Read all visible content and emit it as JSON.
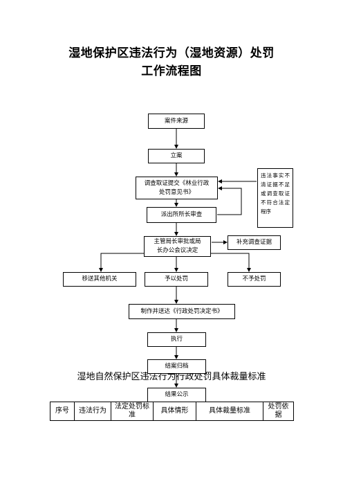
{
  "title": {
    "line1": "湿地保护区违法行为（湿地资源）处罚",
    "line2": "工作流程图"
  },
  "flowchart": {
    "source": "案件来源",
    "filing": "立案",
    "investigate_l1": "调查取证提交《林业行政",
    "investigate_l2": "处罚意见书》",
    "review": "派出所所长审查",
    "side_note": "违法事实不清证据不足或调查取证不符合法定程序",
    "decide_l1": "主管局长审批或局",
    "decide_l2": "长办公会议决定",
    "supplement": "补充调查证据",
    "transfer": "移送其他机关",
    "punish": "予以处罚",
    "no_punish": "不予处罚",
    "deliver": "制作并送达《行政处罚决定书》",
    "execute": "执行",
    "archive": "结案归档",
    "announce": "结果公示"
  },
  "standard_section": {
    "subtitle": "湿地自然保护区违法行为行政处罚具体裁量标准",
    "headers": [
      "序号",
      "违法行为",
      "法定处罚标准",
      "具体情形",
      "具体裁量标准",
      "处罚依据"
    ]
  }
}
